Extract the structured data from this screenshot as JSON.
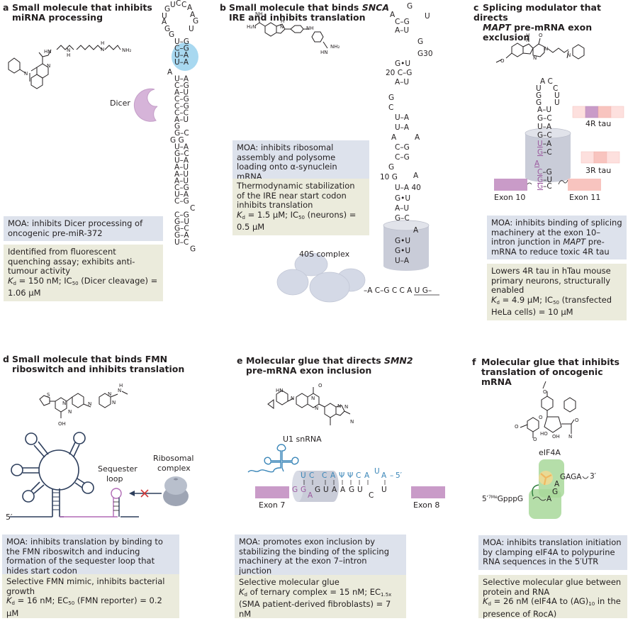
{
  "panels": {
    "a": {
      "letter": "a",
      "title_line1": "Small molecule that inhibits",
      "title_line2": "miRNA processing",
      "structure_labels": [
        "HN",
        "N",
        "H",
        "N",
        "H",
        "NH₂",
        "N",
        "N"
      ],
      "protein_label": "Dicer",
      "rna_hairpin": {
        "loop": [
          "G",
          "U",
          "C",
          "C",
          "A",
          "A",
          "G",
          "U",
          "U",
          "A",
          "G",
          "G"
        ],
        "pairs": [
          "U–G",
          "C–G",
          "U–A",
          "U–A",
          "A",
          "U–A",
          "C–G",
          "A–U",
          "C–G",
          "C–G",
          "C–C",
          "A–U",
          "G",
          "G–C",
          "G   G",
          "U–A",
          "G–C",
          "U–A",
          "A–U",
          "A–U",
          "A–U",
          "C–G",
          "U–A",
          "C–G",
          "C",
          "C–G",
          "G–U",
          "G–C",
          "G–A",
          "U–C",
          "G"
        ]
      },
      "moa": "MOA: inhibits Dicer processing of oncogenic pre-miR-372",
      "info_line1": "Identified from fluorescent quenching assay; exhibits anti-tumour activity",
      "kd_label": "K",
      "kd_sub": "d",
      "kd_text": " =  150 nM; IC",
      "ic_sub": "50",
      "ic_text": " (Dicer cleavage) = 1.06 μM"
    },
    "b": {
      "letter": "b",
      "title_line1_pre": "Small molecule that binds ",
      "title_line1_em": "SNCA",
      "title_line2": "IRE and inhibits translation",
      "structure_labels": [
        "NH",
        "H₂N",
        "H",
        "N",
        "NH",
        "NH₂",
        "HN"
      ],
      "rna_stem": [
        "G",
        "A",
        "U",
        "C–G",
        "A–U",
        "G",
        "G30",
        "G•U",
        "20 C–G",
        "A–U",
        "G",
        "C",
        "U–A",
        "U–A",
        "A",
        "A",
        "C–G",
        "C–G",
        "G",
        "10 G",
        "A",
        "U–A 40",
        "G•U",
        "A–U",
        "G–C",
        "A",
        "G•U",
        "G•U",
        "U–A"
      ],
      "mrna_line": "–A C–G C C A U G–",
      "start_codon": "AUG",
      "complex_label": "40S complex",
      "moa": "MOA: inhibits ribosomal assembly and polysome loading onto α-synuclein mRNA",
      "info_line1": "Thermodynamic stabilization of the IRE near start codon inhibits translation",
      "kd_label": "K",
      "kd_sub": "d",
      "kd_text": " = 1.5 μM; IC",
      "ic_sub": "50",
      "ic_text": " (neurons) = 0.5 μM"
    },
    "c": {
      "letter": "c",
      "title_line1": "Splicing modulator that directs",
      "title_line2_em": "MAPT",
      "title_line2_rest": " pre-mRNA exon exclusion",
      "structure_labels": [
        "H",
        "N",
        "O",
        "N",
        "N",
        "N",
        "O"
      ],
      "rna_stem": [
        "A C",
        "U",
        "C",
        "G",
        "U",
        "G",
        "U",
        "A–U",
        "G–C",
        "U–A",
        "G–C",
        "U–A",
        "G–C",
        "A",
        "C–G",
        "G–U",
        "G–C"
      ],
      "tau_4r_label": "4R tau",
      "tau_3r_label": "3R tau",
      "exon_left": "Exon 10",
      "exon_right": "Exon 11",
      "moa_line1": "MOA: inhibits binding of splicing machinery at the exon 10–intron junction in ",
      "moa_em": "MAPT",
      "moa_line2": " pre-mRNA to reduce toxic 4R tau",
      "info_line1": "Lowers 4R tau in hTau mouse primary neurons, structurally enabled",
      "kd_label": "K",
      "kd_sub": "d",
      "kd_text": " = 4.9 μM; IC",
      "ic_sub": "50",
      "ic_text": " (transfected HeLa cells) = 10 μM"
    },
    "d": {
      "letter": "d",
      "title_line1": "Small molecule that binds FMN",
      "title_line2": "riboswitch and inhibits translation",
      "structure_labels": [
        "S",
        "N",
        "N",
        "N",
        "N",
        "N",
        "H",
        "N",
        "OH"
      ],
      "five_prime": "5′",
      "sequester_label_1": "Sequester",
      "sequester_label_2": "loop",
      "ribosome_label_1": "Ribosomal",
      "ribosome_label_2": "complex",
      "moa": "MOA: inhibits translation by binding to the FMN riboswitch and inducing formation of the sequester loop that hides start codon",
      "info_line1": "Selective FMN mimic, inhibits bacterial growth",
      "kd_label": "K",
      "kd_sub": "d",
      "kd_text": " = 16 nM; EC",
      "ic_sub": "50",
      "ic_text": " (FMN reporter) = 0.2 μM"
    },
    "e": {
      "letter": "e",
      "title_line1_pre": "Molecular glue that directs ",
      "title_line1_em": "SMN2",
      "title_line2": "pre-mRNA exon inclusion",
      "structure_labels": [
        "HN",
        "N",
        "N",
        "O",
        "N",
        "N",
        "N",
        "N"
      ],
      "snrna_label": "U1 snRNA",
      "snrna_seq": [
        "U",
        "C",
        "C",
        "A",
        "Ψ",
        "Ψ",
        "C",
        "A",
        "U",
        "A",
        "–",
        "5′"
      ],
      "premrna_seq_pink": [
        "G",
        "G",
        "A"
      ],
      "premrna_seq": [
        "G",
        "U",
        "A",
        "A",
        "G",
        "U",
        "C",
        "U"
      ],
      "exon_left": "Exon 7",
      "exon_right": "Exon 8",
      "moa": "MOA:  promotes exon inclusion by stabilizing the binding of the splicing machinery at the exon 7–intron junction",
      "info_line1": "Selective molecular glue",
      "kd_label": "K",
      "kd_sub": "d",
      "kd_text": " of ternary complex = 15 nM; EC",
      "ic_sub": "1.5x",
      "ic_text": " (SMA patient-derived fibroblasts) = 7 nM"
    },
    "f": {
      "letter": "f",
      "title_line1": "Molecular glue that inhibits",
      "title_line2": "translation of oncogenic mRNA",
      "structure_labels": [
        "O",
        "O",
        "O",
        "O",
        "HO",
        "OH",
        "N",
        "O"
      ],
      "protein_label": "eIF4A",
      "three_prime_seq": "GAGA",
      "three_prime": "3′",
      "five_prime_cap_pre": "5′",
      "five_prime_cap_sup": "7Me",
      "five_prime_cap": "GpppG",
      "bound_nts": [
        "A",
        "G",
        "A"
      ],
      "moa": "MOA:  inhibits translation initiation by clamping eIF4A to polypurine RNA sequences in the 5′UTR",
      "info_line1": "Selective molecular glue between protein and RNA",
      "kd_label": "K",
      "kd_sub": "d",
      "kd_text": " = 26 nM (eIF4A to (AG)",
      "ic_sub": "10",
      "ic_text": " in the presence of RocA)"
    }
  },
  "colors": {
    "moa_bg": "#dde2ec",
    "info_bg": "#ebebdc",
    "text": "#231f20",
    "purple": "#9c5ba0",
    "pink": "#f4b4ad",
    "blue_rna": "#3a86b8",
    "highlight_blue": "#a8d8f0",
    "cylinder": "#c9ccd8",
    "green_protein": "#a8d89a",
    "red_x": "#d23a3a",
    "navy": "#2d3e5c"
  }
}
